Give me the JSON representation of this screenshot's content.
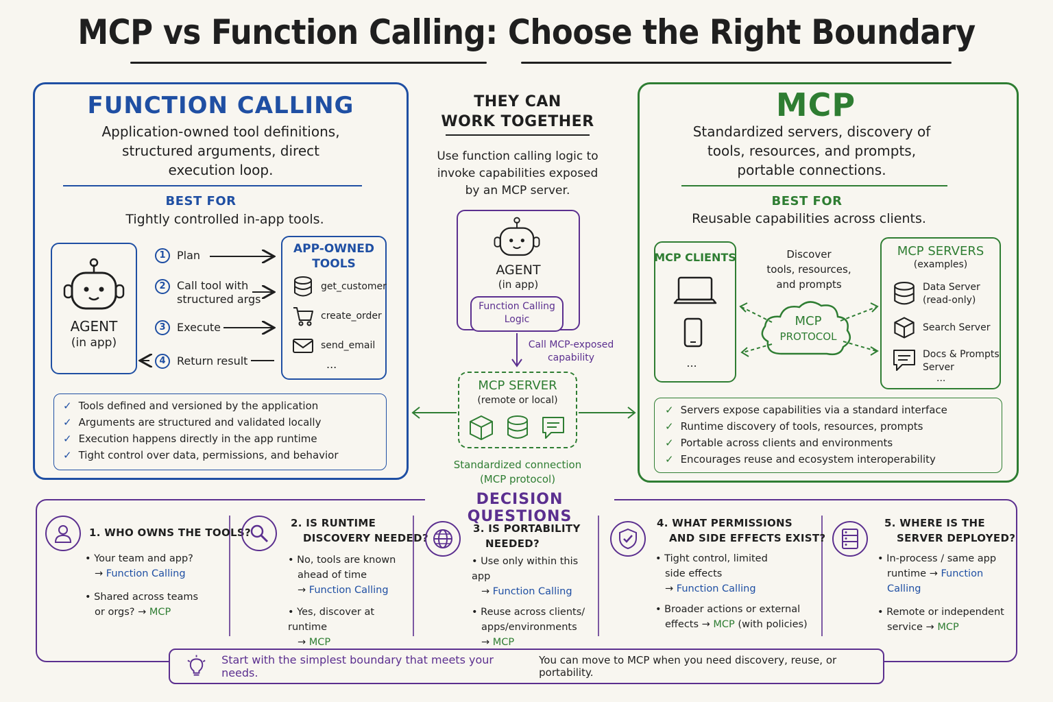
{
  "title": "MCP vs Function Calling: Choose the Right Boundary",
  "colors": {
    "function_calling": "#1f4fa3",
    "mcp": "#2e7d32",
    "decision": "#5b2f8f"
  },
  "function_calling": {
    "title": "FUNCTION CALLING",
    "desc_lines": [
      "Application-owned tool definitions,",
      "structured arguments, direct",
      "execution loop."
    ],
    "best_for_label": "BEST FOR",
    "best_for": "Tightly controlled in-app tools.",
    "agent": {
      "label": "AGENT",
      "sub": "(in app)",
      "icon": "robot-icon"
    },
    "steps": [
      {
        "num": "1",
        "label": "Plan"
      },
      {
        "num": "2",
        "label": "Call tool with",
        "label2": "structured args"
      },
      {
        "num": "3",
        "label": "Execute"
      },
      {
        "num": "4",
        "label": "Return result"
      }
    ],
    "tools": {
      "heading_1": "APP-OWNED",
      "heading_2": "TOOLS",
      "items": [
        {
          "icon": "database-icon",
          "label": "get_customer"
        },
        {
          "icon": "cart-icon",
          "label": "create_order"
        },
        {
          "icon": "envelope-icon",
          "label": "send_email"
        }
      ],
      "more": "..."
    },
    "checks": [
      "Tools defined and versioned by the application",
      "Arguments are structured and validated locally",
      "Execution happens directly in the app runtime",
      "Tight control over data, permissions, and behavior"
    ]
  },
  "middle": {
    "heading_1": "THEY CAN",
    "heading_2": "WORK TOGETHER",
    "text_lines": [
      "Use function calling logic to",
      "invoke capabilities exposed",
      "by an MCP server."
    ],
    "agent_label": "AGENT",
    "agent_sub": "(in app)",
    "fc_logic_1": "Function Calling",
    "fc_logic_2": "Logic",
    "call_label_1": "Call MCP-exposed",
    "call_label_2": "capability",
    "server_label": "MCP SERVER",
    "server_sub": "(remote or local)",
    "connection_1": "Standardized connection",
    "connection_2": "(MCP protocol)"
  },
  "mcp": {
    "title": "MCP",
    "desc_lines": [
      "Standardized servers, discovery of",
      "tools, resources, and prompts,",
      "portable connections."
    ],
    "best_for_label": "BEST FOR",
    "best_for": "Reusable capabilities across clients.",
    "clients_heading": "MCP CLIENTS",
    "clients_more": "...",
    "discover_lines": [
      "Discover",
      "tools, resources,",
      "and prompts"
    ],
    "protocol_1": "MCP",
    "protocol_2": "PROTOCOL",
    "servers_heading": "MCP SERVERS",
    "servers_sub": "(examples)",
    "servers": [
      {
        "icon": "database-icon",
        "label": "Data Server",
        "label2": "(read-only)"
      },
      {
        "icon": "cube-icon",
        "label": "Search Server",
        "label2": ""
      },
      {
        "icon": "chat-icon",
        "label": "Docs & Prompts",
        "label2": "Server"
      }
    ],
    "servers_more": "...",
    "checks": [
      "Servers expose capabilities via a standard interface",
      "Runtime discovery of tools, resources, prompts",
      "Portable across clients and environments",
      "Encourages reuse and ecosystem interoperability"
    ]
  },
  "decision": {
    "title": "DECISION QUESTIONS",
    "questions": [
      {
        "icon": "person-icon",
        "title_1": "1. WHO OWNS THE TOOLS?",
        "title_2": "",
        "b1_text": "Your team and app?",
        "b1_text2": "",
        "b1_arrow": "→",
        "b1_answer": "Function Calling",
        "b2_text": "Shared across teams",
        "b2_text2": "or orgs? →",
        "b2_answer": "MCP"
      },
      {
        "icon": "search-icon",
        "title_1": "2. IS RUNTIME",
        "title_2": "DISCOVERY NEEDED?",
        "b1_text": "No, tools are known",
        "b1_text2": "ahead of time",
        "b1_arrow": "→",
        "b1_answer": "Function Calling",
        "b2_text": "Yes, discover at runtime",
        "b2_text2": "→",
        "b2_answer": "MCP"
      },
      {
        "icon": "globe-icon",
        "title_1": "3. IS PORTABILITY",
        "title_2": "NEEDED?",
        "b1_text": "Use only within this app",
        "b1_text2": "",
        "b1_arrow": "→",
        "b1_answer": "Function Calling",
        "b2_text": "Reuse across clients/",
        "b2_text2": "apps/environments",
        "b2_arrow": "→",
        "b2_answer": "MCP"
      },
      {
        "icon": "shield-icon",
        "title_1": "4. WHAT PERMISSIONS",
        "title_2": "AND SIDE EFFECTS EXIST?",
        "b1_text": "Tight control, limited",
        "b1_text2": "side effects",
        "b1_arrow": "→",
        "b1_answer": "Function Calling",
        "b2_text": "Broader actions or external",
        "b2_text2": "effects →",
        "b2_answer": "MCP",
        "b2_suffix": "(with policies)"
      },
      {
        "icon": "server-icon",
        "title_1": "5. WHERE IS THE",
        "title_2": "SERVER DEPLOYED?",
        "b1_text": "In-process / same app",
        "b1_text2": "runtime →",
        "b1_answer": "Function Calling",
        "b2_text": "Remote or independent",
        "b2_text2": "service →",
        "b2_answer": "MCP"
      }
    ],
    "tip_icon": "lightbulb-icon",
    "tip_1": "Start with the simplest boundary that meets your needs.",
    "tip_2": "You can move to MCP when you need discovery, reuse, or portability."
  }
}
